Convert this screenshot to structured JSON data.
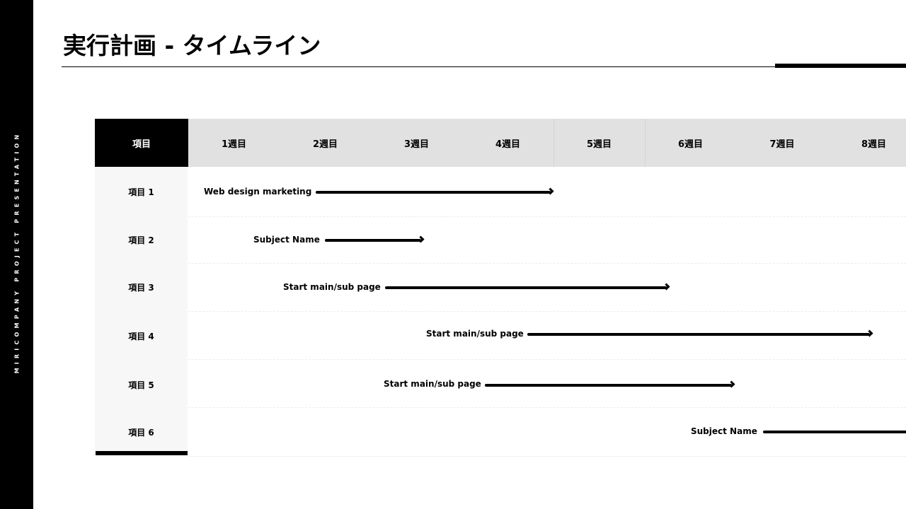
{
  "sidebar": {
    "text": "MIRICOMPANY PROJECT PRESENTATION"
  },
  "header": {
    "title": "実行計画 - タイムライン"
  },
  "table": {
    "item_header": "項目",
    "weeks": [
      "1週目",
      "2週目",
      "3週目",
      "4週目",
      "5週目",
      "6週目",
      "7週目",
      "8週目"
    ],
    "rows": [
      {
        "label": "項目 1",
        "task": "Web design marketing"
      },
      {
        "label": "項目 2",
        "task": "Subject Name"
      },
      {
        "label": "項目 3",
        "task": "Start main/sub page"
      },
      {
        "label": "項目 4",
        "task": "Start main/sub page"
      },
      {
        "label": "項目 5",
        "task": "Start main/sub page"
      },
      {
        "label": "項目 6",
        "task": "Subject Name"
      }
    ]
  },
  "colors": {
    "accent": "#000000",
    "header_bg": "#e1e1e1",
    "label_col_bg": "#f7f7f7"
  }
}
